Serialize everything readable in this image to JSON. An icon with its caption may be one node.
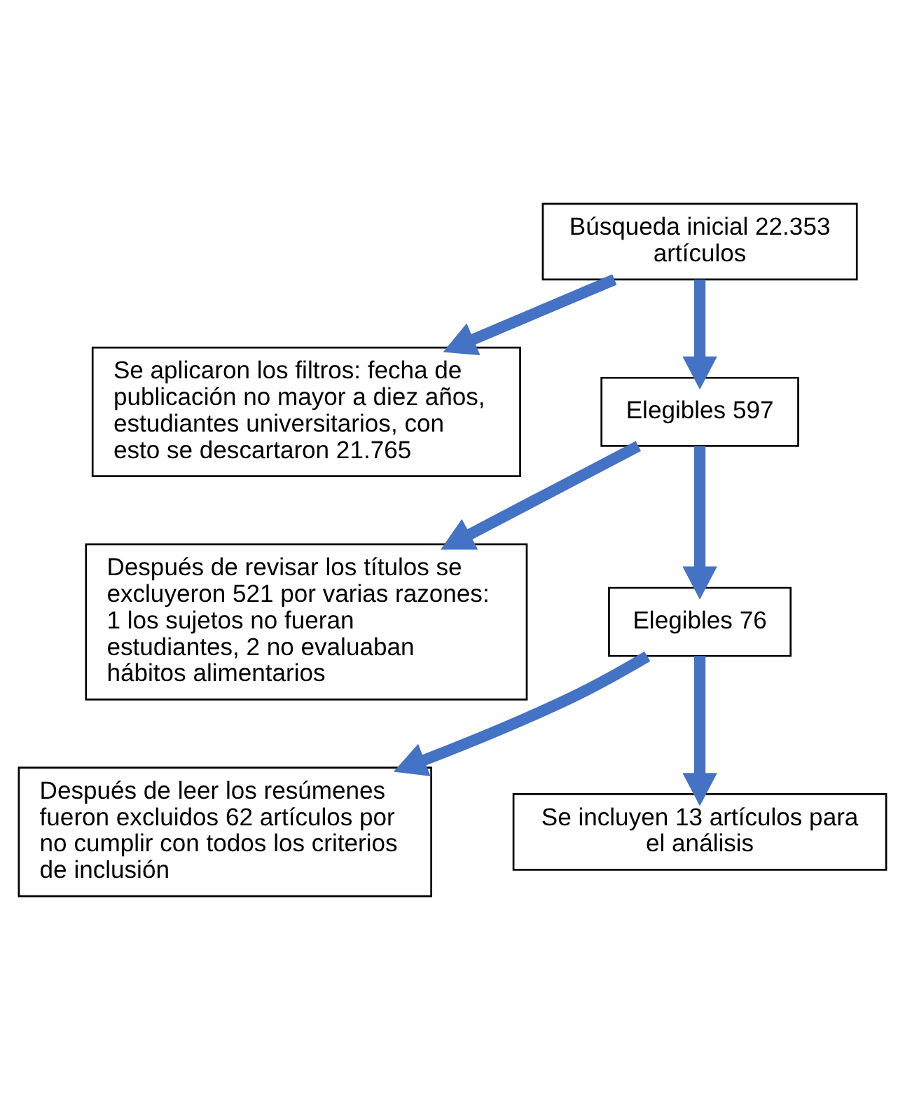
{
  "diagram": {
    "nodes": [
      {
        "text": [
          "Búsqueda inicial 22.353 artículos"
        ]
      },
      {
        "text": [
          "Se aplicaron los filtros: fecha de publicación no mayor a diez años, estudiantes universitarios, con esto se descartaron 21.765"
        ]
      },
      {
        "text": [
          "Elegibles 597"
        ]
      },
      {
        "text": [
          "Después de revisar los títulos se excluyeron 521 por varias razones: 1 los sujetos no fueran estudiantes, 2 no evaluaban hábitos alimentarios"
        ]
      },
      {
        "text": [
          "Elegibles 76"
        ]
      },
      {
        "text": [
          "Después de leer los resúmenes fueron excluidos 62 artículos por no cumplir con todos los criterios de inclusión"
        ]
      },
      {
        "text": [
          "Se incluyen 13 artículos para el análisis"
        ]
      }
    ],
    "edges": [
      {
        "from": 0,
        "to": 2,
        "arrow": "to"
      },
      {
        "from": 0,
        "to": 1,
        "arrow": "to"
      },
      {
        "from": 2,
        "to": 4,
        "arrow": "to"
      },
      {
        "from": 2,
        "to": 3,
        "arrow": "to"
      },
      {
        "from": 4,
        "to": 6,
        "arrow": "to"
      },
      {
        "from": 4,
        "to": 5,
        "arrow": "to"
      }
    ]
  }
}
